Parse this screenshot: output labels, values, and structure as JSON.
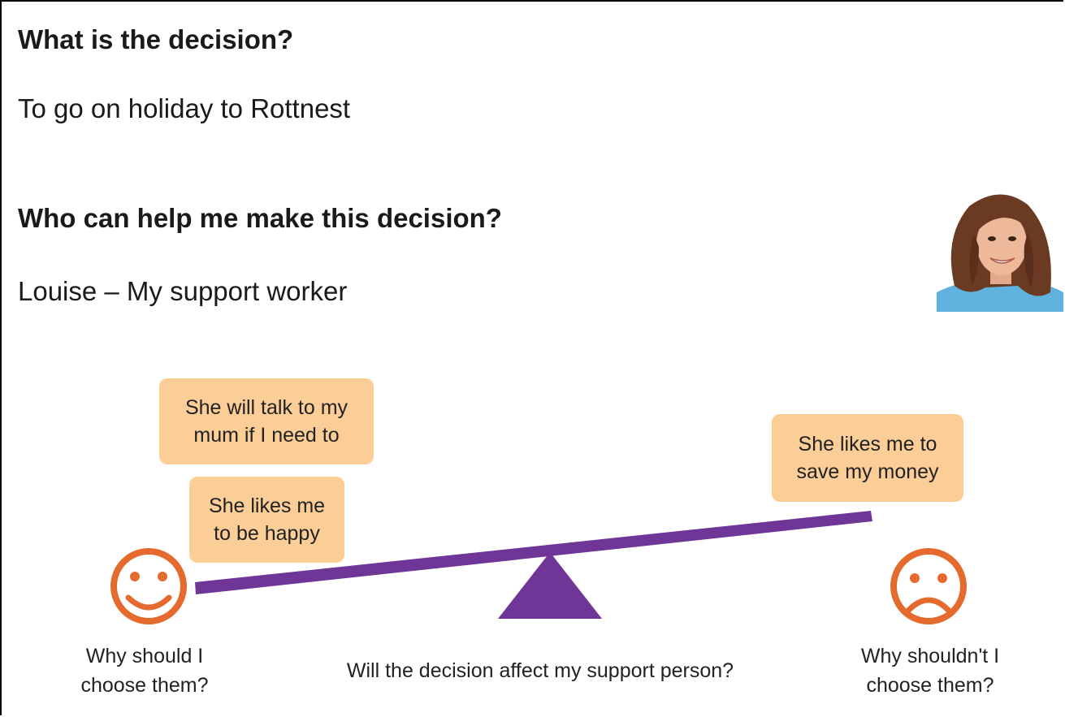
{
  "question1": "What is the decision?",
  "answer1": "To go on holiday to Rottnest",
  "question2": "Who can help me make this decision?",
  "answer2": "Louise – My support worker",
  "bubbles": {
    "reason_talk_mum": "She will talk to my mum if I need to",
    "reason_happy": "She likes me to be happy",
    "reason_save_money": "She likes me to save my money"
  },
  "captions": {
    "left": "Why should I choose them?",
    "middle": "Will the decision affect my support person?",
    "right": "Why shouldn't I choose them?"
  },
  "colors": {
    "bubble": "#fbcd97",
    "face": "#e46a2e",
    "seesaw": "#6f3597"
  },
  "icons": {
    "happy_face": "happy-face-icon",
    "sad_face": "sad-face-icon",
    "photo": "support-worker-photo"
  }
}
